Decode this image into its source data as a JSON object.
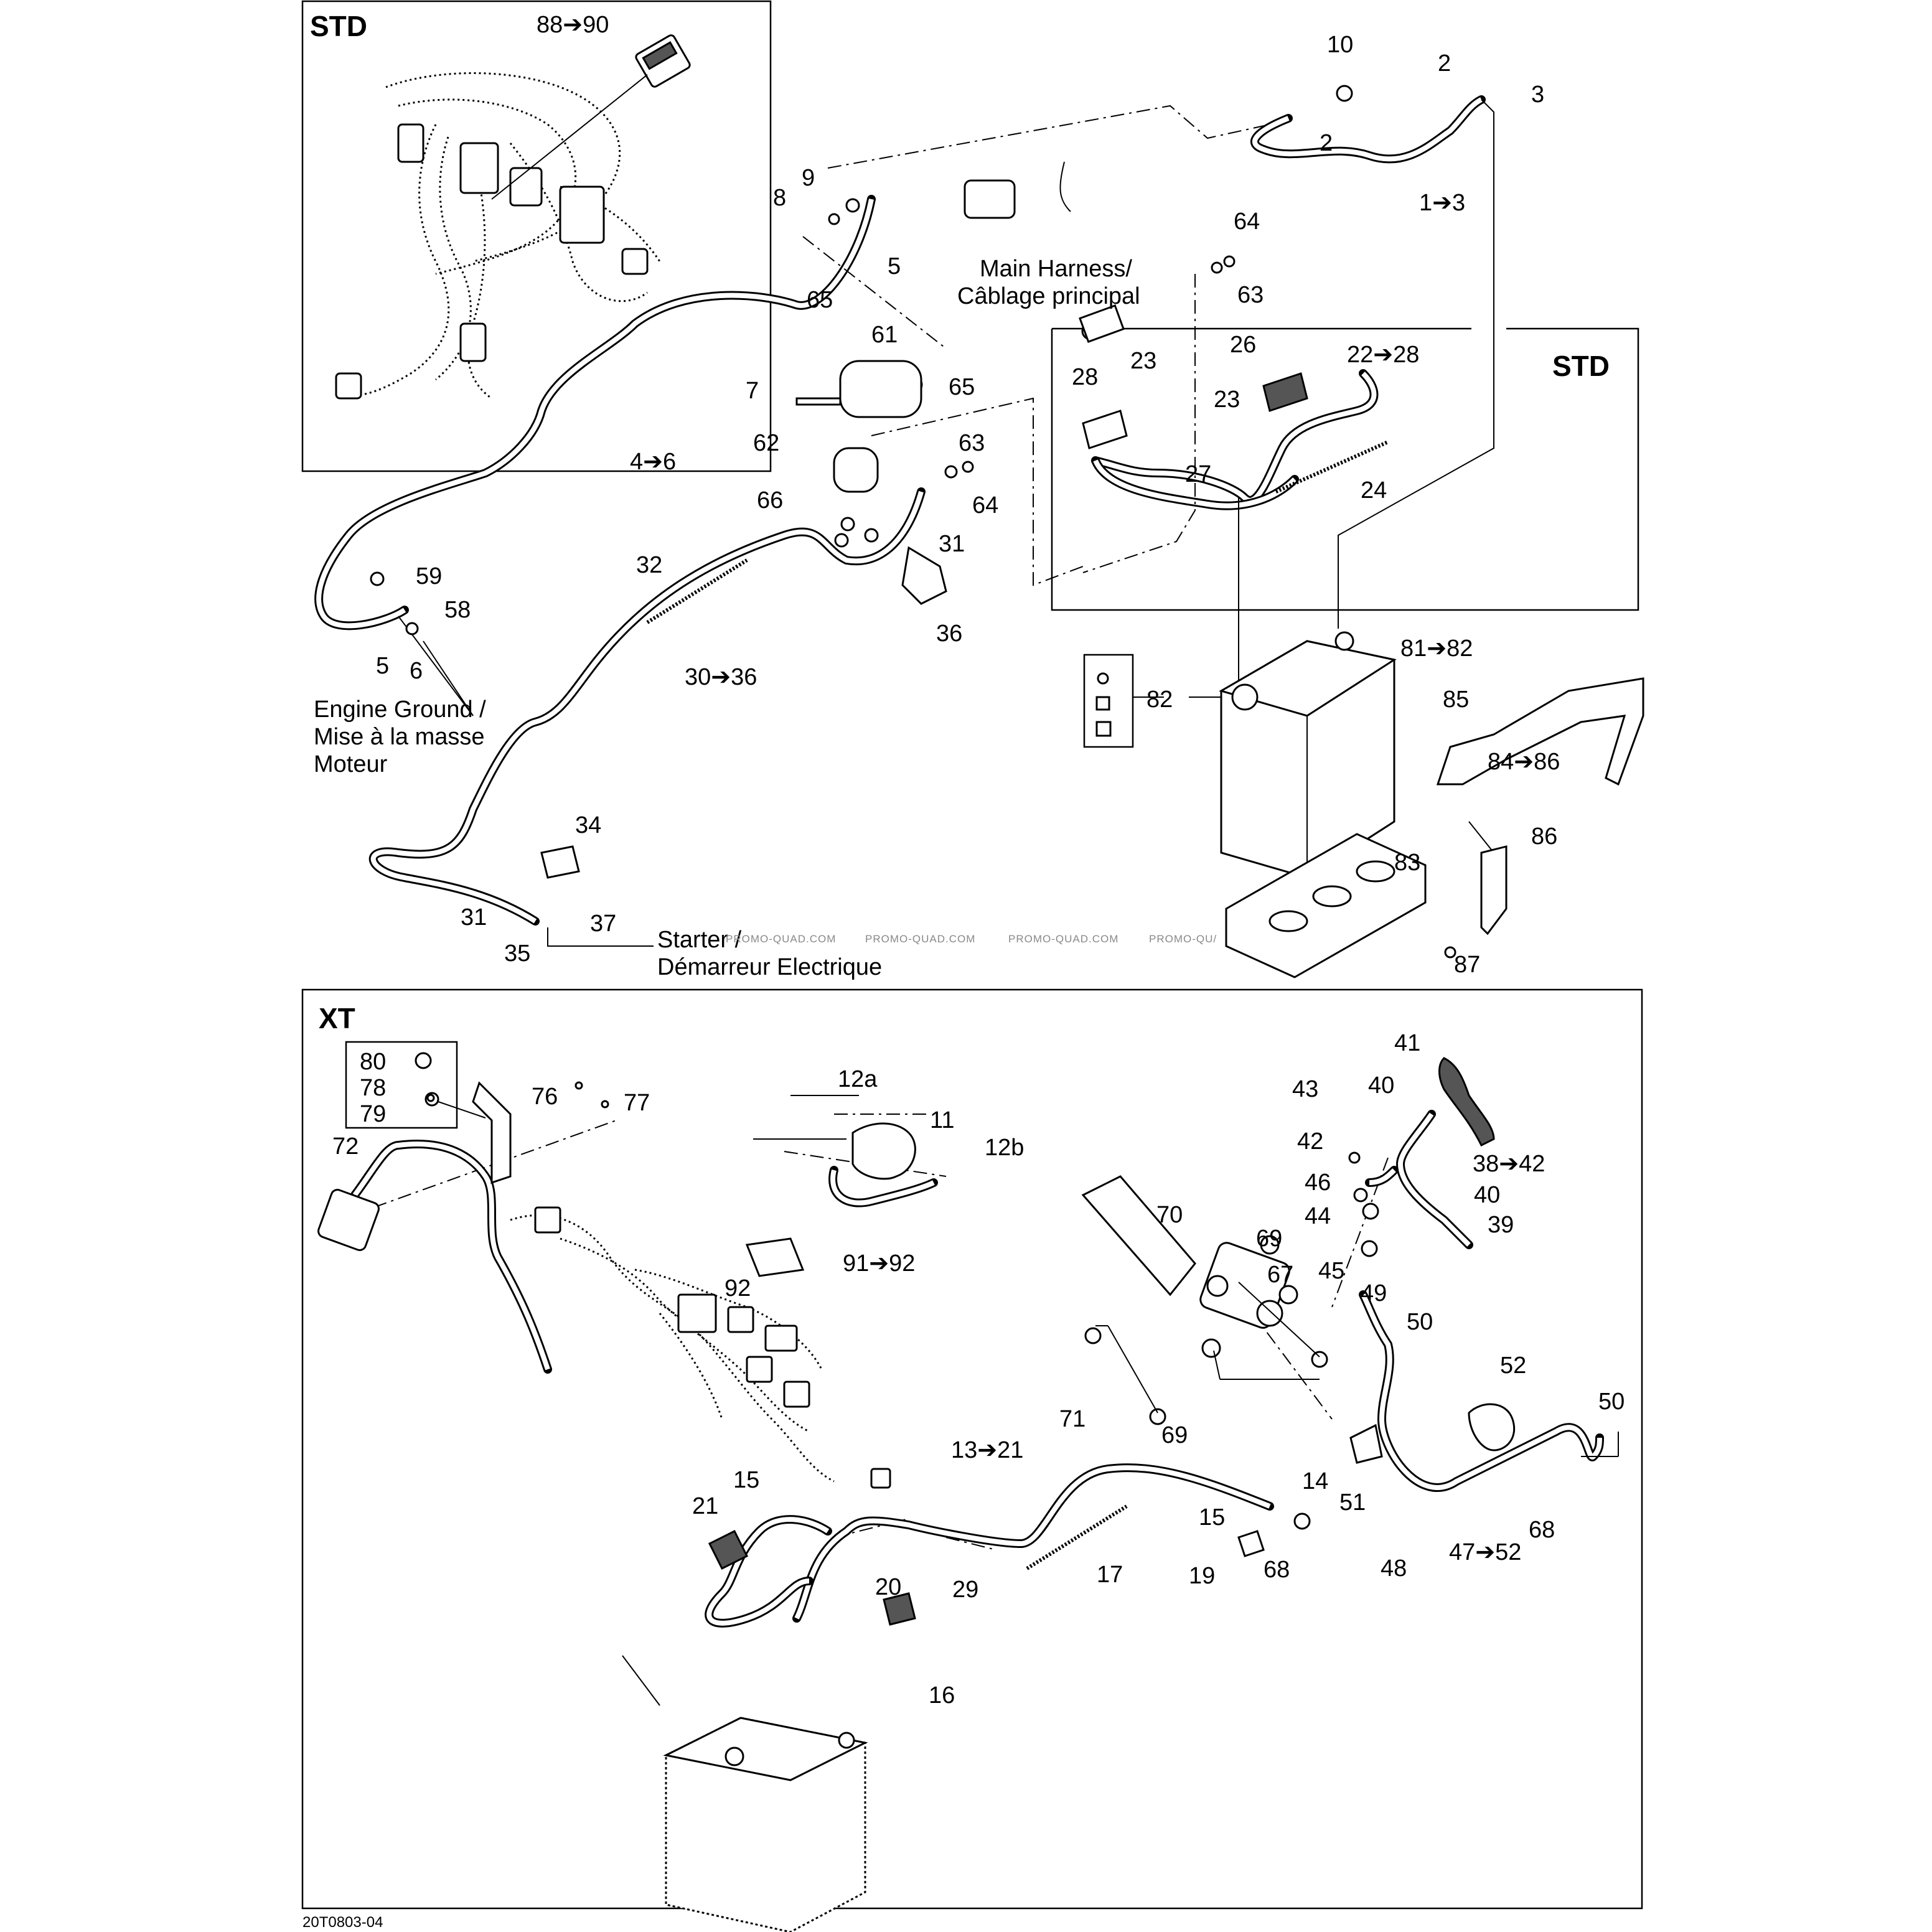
{
  "sections": {
    "std_top_left": "STD",
    "std_right": "STD",
    "xt": "XT"
  },
  "captions": {
    "main_harness": [
      "Main Harness/",
      "Câblage principal"
    ],
    "engine_ground": [
      "Engine Ground /",
      "Mise à la masse",
      "Moteur"
    ],
    "starter": [
      "Starter /",
      "Démarreur Electrique"
    ]
  },
  "watermarks": [
    "PROMO-QUAD.COM",
    "PROMO-QUAD.COM",
    "PROMO-QUAD.COM",
    "PROMO-QU/"
  ],
  "reference_code": "20T0803-04",
  "callouts": {
    "std_top": [
      "88➔90",
      "10",
      "2",
      "3",
      "2",
      "1➔3",
      "9",
      "8",
      "5",
      "64",
      "63",
      "65",
      "61",
      "7",
      "65",
      "62",
      "63",
      "64",
      "66",
      "31",
      "4➔6",
      "59",
      "58",
      "5",
      "6",
      "32",
      "30➔36",
      "36",
      "34",
      "31",
      "37",
      "35"
    ],
    "std_right": [
      "26",
      "22➔28",
      "28",
      "23",
      "23",
      "27",
      "24"
    ],
    "battery": [
      "81➔82",
      "82",
      "85",
      "84➔86",
      "86",
      "83",
      "87"
    ],
    "xt": [
      "80",
      "78",
      "79",
      "76",
      "77",
      "72",
      "12a",
      "11",
      "12b",
      "91➔92",
      "92",
      "41",
      "43",
      "40",
      "42",
      "38➔42",
      "46",
      "40",
      "44",
      "39",
      "45",
      "70",
      "69",
      "67",
      "49",
      "50",
      "52",
      "50",
      "71",
      "69",
      "13➔21",
      "14",
      "15",
      "51",
      "68",
      "15",
      "21",
      "17",
      "19",
      "68",
      "48",
      "47➔52",
      "20",
      "29",
      "16"
    ]
  }
}
